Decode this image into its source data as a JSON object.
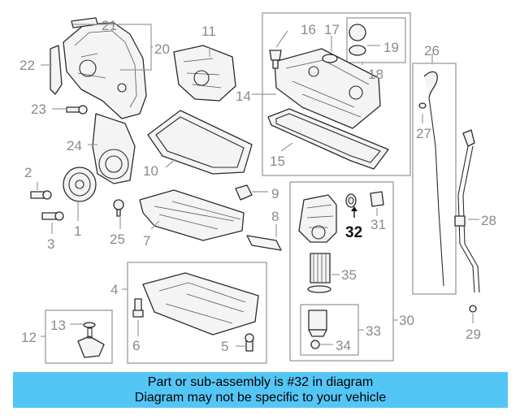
{
  "diagram": {
    "callouts": [
      "1",
      "2",
      "3",
      "4",
      "5",
      "6",
      "7",
      "8",
      "9",
      "10",
      "11",
      "12",
      "13",
      "14",
      "15",
      "16",
      "17",
      "18",
      "19",
      "20",
      "21",
      "22",
      "23",
      "24",
      "25",
      "26",
      "27",
      "28",
      "29",
      "30",
      "31",
      "32",
      "33",
      "34",
      "35"
    ],
    "highlighted_part": "32"
  },
  "banner": {
    "line1": "Part or sub-assembly is #32 in diagram",
    "line2": "Diagram may not be specific to your vehicle",
    "background": "#54c6f6"
  }
}
